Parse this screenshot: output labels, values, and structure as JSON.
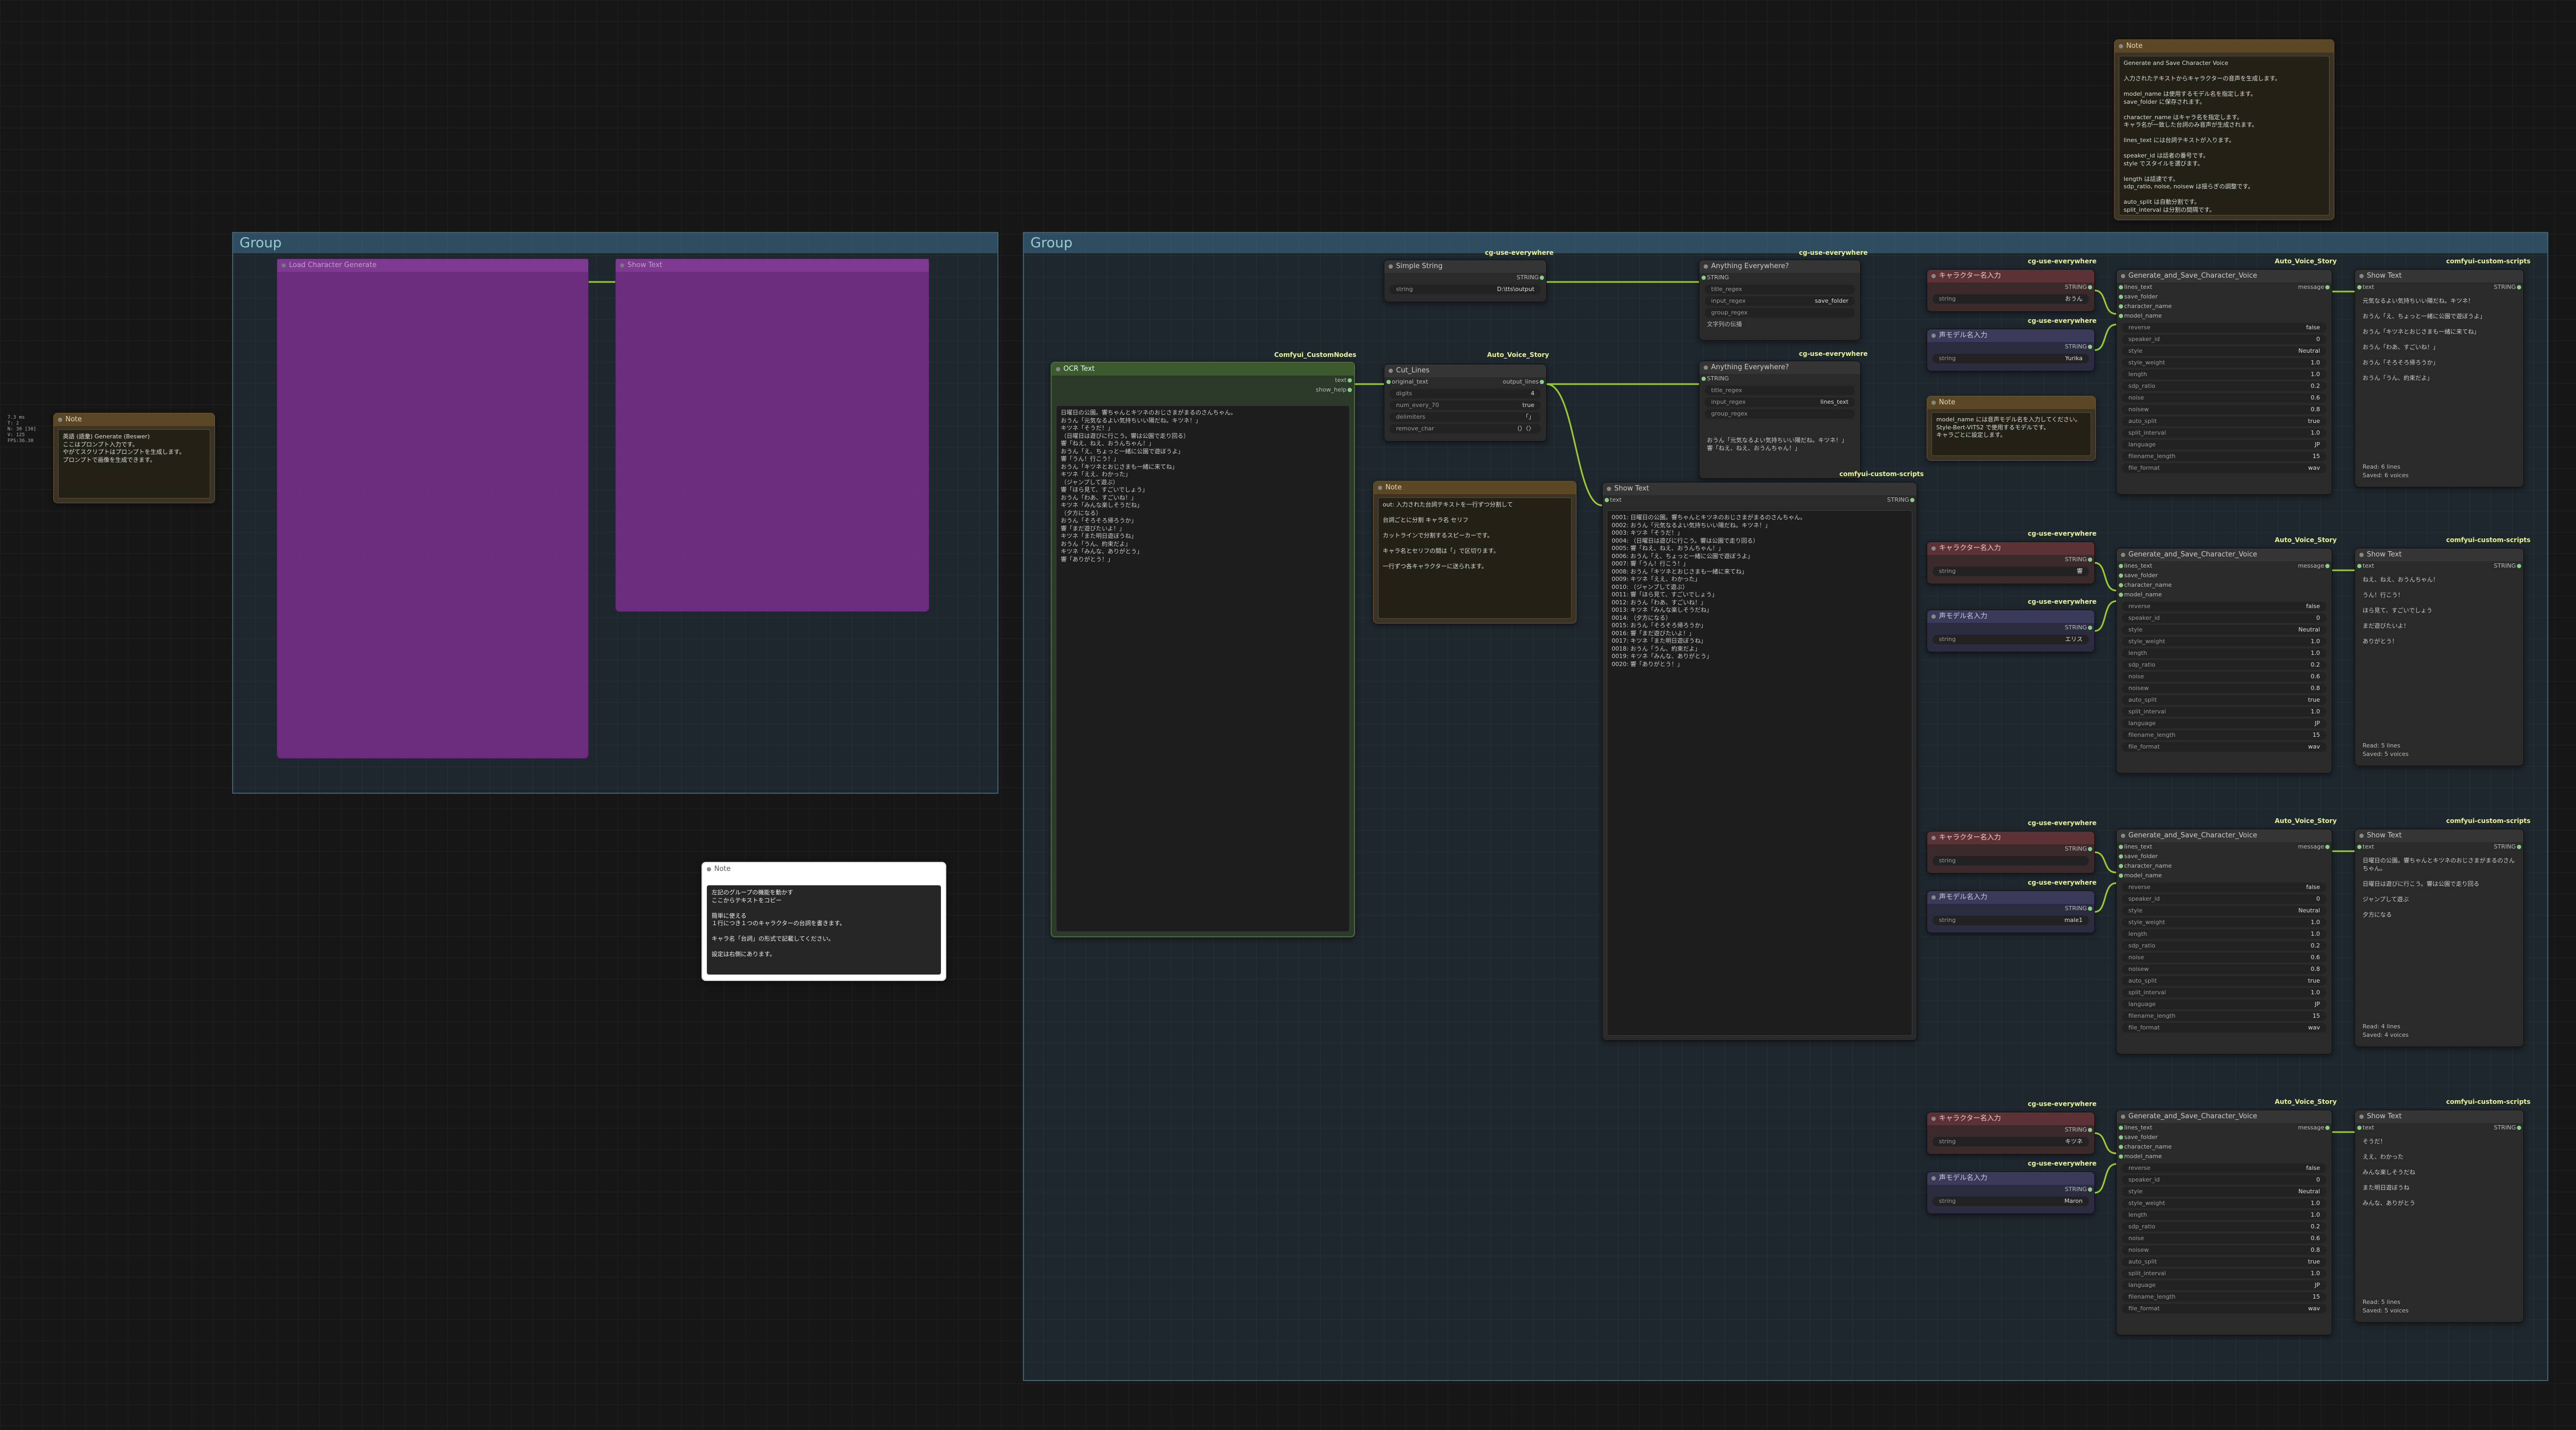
{
  "coords": [
    "7.3 ms",
    "T: 2",
    "N: 30 [30]",
    "V: 125",
    "FPS:36.30"
  ],
  "groups": {
    "left_title": "Group",
    "right_title": "Group"
  },
  "badges": {
    "cg": "cg-use-everywhere",
    "ccn": "Comfyui_CustomNodes",
    "avs": "Auto_Voice_Story",
    "pys": "comfyui-custom-scripts"
  },
  "left_note": {
    "title": "Note",
    "body": "英語 (語彙) Generate (Beswer)\nここはプロンプト入力です。\nやがてスクリプトはプロンプトを生成します。\nプロンプトで画像を生成できます。"
  },
  "purple_nodes": {
    "a_title": "Load Character Generate",
    "b_title": "Show Text"
  },
  "simple_string": {
    "title": "Simple String",
    "out": "STRING",
    "w_label": "string",
    "w_value": "D:\\tts\\output"
  },
  "ocr": {
    "title": "OCR Text",
    "out1": "text",
    "out2": "show_help",
    "body": "日曜日の公園。響ちゃんとキツネのおじさまがまるのさんちゃん。\nおうん「元気なるよい気持ちいい陽だね。キツネ！」\nキツネ「そうだ！」\n（日曜日は遊びに行こう。響は公園で走り回る）\n響「ねえ、ねえ、おうんちゃん！」\nおうん「え、ちょっと一緒に公園で遊ぼうよ」\n響「うん！行こう！」\nおうん「キツネとおじさまも一緒に来てね」\nキツネ「ええ、わかった」\n（ジャンプして遊ぶ）\n響「ほら見て、すごいでしょう」\nおうん「わあ、すごいね！」\nキツネ「みんな楽しそうだね」\n（夕方になる）\nおうん「そろそろ帰ろうか」\n響「まだ遊びたいよ！」\nキツネ「また明日遊ぼうね」\nおうん「うん、約束だよ」\nキツネ「みんな、ありがとう」\n響「ありがとう！」"
  },
  "cut_lines": {
    "title": "Cut_Lines",
    "in": "original_text",
    "out": "output_lines",
    "widgets": [
      [
        "digits",
        "4"
      ],
      [
        "num_every_70",
        "true"
      ],
      [
        "delimiters",
        "「」"
      ],
      [
        "remove_char",
        "（）〈〉"
      ]
    ]
  },
  "anything1": {
    "title": "Anything Everywhere?",
    "in": "STRING",
    "widgets": [
      [
        "title_regex",
        ""
      ],
      [
        "input_regex",
        "save_folder"
      ],
      [
        "group_regex",
        ""
      ]
    ],
    "footer": "文字列の伝播"
  },
  "anything2": {
    "title": "Anything Everywhere?",
    "in": "STRING",
    "widgets": [
      [
        "title_regex",
        ""
      ],
      [
        "input_regex",
        "lines_text"
      ],
      [
        "group_regex",
        ""
      ]
    ],
    "body": "おうん「元気なるよい気持ちいい陽だね。キツネ！」\n響「ねえ、ねえ、おうんちゃん！」"
  },
  "mid_note": {
    "title": "Note",
    "body": "out: 入力された台詞テキストを一行ずつ分割して\n\n台詞ごとに分割 キャラ名 セリフ\n\nカットラインで分割するスピーカーです。\n\nキャラ名とセリフの間は「」で区切ります。\n\n一行ずつ各キャラクターに送られます。"
  },
  "show_text_mid": {
    "title": "Show Text",
    "in": "text",
    "out": "STRING",
    "body": "0001: 日曜日の公園。響ちゃんとキツネのおじさまがまるのさんちゃん。\n0002: おうん「元気なるよい気持ちいい陽だね。キツネ！」\n0003: キツネ「そうだ！」\n0004: （日曜日は遊びに行こう。響は公園で走り回る）\n0005: 響「ねえ、ねえ、おうんちゃん！」\n0006: おうん「え、ちょっと一緒に公園で遊ぼうよ」\n0007: 響「うん！行こう！」\n0008: おうん「キツネとおじさまも一緒に来てね」\n0009: キツネ「ええ、わかった」\n0010: （ジャンプして遊ぶ）\n0011: 響「ほら見て、すごいでしょう」\n0012: おうん「わあ、すごいね！」\n0013: キツネ「みんな楽しそうだね」\n0014: （夕方になる）\n0015: おうん「そろそろ帰ろうか」\n0016: 響「まだ遊びたいよ！」\n0017: キツネ「また明日遊ぼうね」\n0018: おうん「うん、約束だよ」\n0019: キツネ「みんな、ありがとう」\n0020: 響「ありがとう！」"
  },
  "white_note": {
    "title": "Note",
    "body": "左記のグループの機能を動かす\nここからテキストをコピー\n\n簡単に使える\n１行につき１つのキャラクターの台詞を書きます。\n\nキャラ名「台詞」の形式で記載してください。\n\n設定は右側にあります。"
  },
  "top_note": {
    "title": "Note",
    "body": "Generate and Save Character Voice\n\n入力されたテキストからキャラクターの音声を生成します。\n\nmodel_name は使用するモデル名を指定します。\nsave_folder に保存されます。\n\ncharacter_name はキャラ名を指定します。\nキャラ名が一致した台詞のみ音声が生成されます。\n\nlines_text には台詞テキストが入ります。\n\nspeaker_id は話者の番号です。\nstyle でスタイルを選びます。\n\nlength は話速です。\nsdp_ratio, noise, noisew は揺らぎの調整です。\n\nauto_split は自動分割です。\nsplit_interval は分割の間隔です。\n\nlanguage は言語です。\nfilename_length はファイル名の長さです。\nfile_format は保存形式です。"
  },
  "small_note": {
    "title": "Note",
    "body": "model_name には音声モデル名を入力してください。\nStyle-Bert-VITS2 で使用するモデルです。\nキャラごとに設定します。"
  },
  "rows": [
    {
      "char_name": "おうん",
      "voice_model": "Yurika",
      "show": "元気なるよい気持ちいい陽だね。キツネ！\n\nおうん「え、ちょっと一緒に公園で遊ぼうよ」\n\nおうん「キツネとおじさまも一緒に来てね」\n\nおうん「わあ、すごいね！」\n\nおうん「そろそろ帰ろうか」\n\nおうん「うん、約束だよ」",
      "read": "Read: 6 lines",
      "saved": "Saved: 6 voices"
    },
    {
      "char_name": "響",
      "voice_model": "エリス",
      "show": "ねえ、ねえ、おうんちゃん！\n\nうん！行こう！\n\nほら見て、すごいでしょう\n\nまだ遊びたいよ！\n\nありがとう！",
      "read": "Read: 5 lines",
      "saved": "Saved: 5 voices"
    },
    {
      "char_name": "",
      "voice_model": "male1",
      "show": "日曜日の公園。響ちゃんとキツネのおじさまがまるのさんちゃん。\n\n日曜日は遊びに行こう。響は公園で走り回る\n\nジャンプして遊ぶ\n\n夕方になる",
      "read": "Read: 4 lines",
      "saved": "Saved: 4 voices"
    },
    {
      "char_name": "キツネ",
      "voice_model": "Maron",
      "show": "そうだ！\n\nええ、わかった\n\nみんな楽しそうだね\n\nまた明日遊ぼうね\n\nみんな、ありがとう",
      "read": "Read: 5 lines",
      "saved": "Saved: 5 voices"
    }
  ],
  "char_input": {
    "title": "キャラクター名入力",
    "out": "STRING",
    "w_label": "string"
  },
  "voice_input": {
    "title": "声モデル名入力",
    "out": "STRING",
    "w_label": "string"
  },
  "gen": {
    "title": "Generate_and_Save_Character_Voice",
    "inputs": [
      "lines_text",
      "save_folder",
      "character_name",
      "model_name"
    ],
    "out": "message",
    "widgets": [
      [
        "reverse",
        "false"
      ],
      [
        "speaker_id",
        "0"
      ],
      [
        "style",
        "Neutral"
      ],
      [
        "style_weight",
        "1.0"
      ],
      [
        "length",
        "1.0"
      ],
      [
        "sdp_ratio",
        "0.2"
      ],
      [
        "noise",
        "0.6"
      ],
      [
        "noisew",
        "0.8"
      ],
      [
        "auto_split",
        "true"
      ],
      [
        "split_interval",
        "1.0"
      ],
      [
        "language",
        "JP"
      ],
      [
        "filename_length",
        "15"
      ],
      [
        "file_format",
        "wav"
      ]
    ]
  },
  "show_text": {
    "title": "Show Text",
    "in": "text",
    "out": "STRING"
  }
}
